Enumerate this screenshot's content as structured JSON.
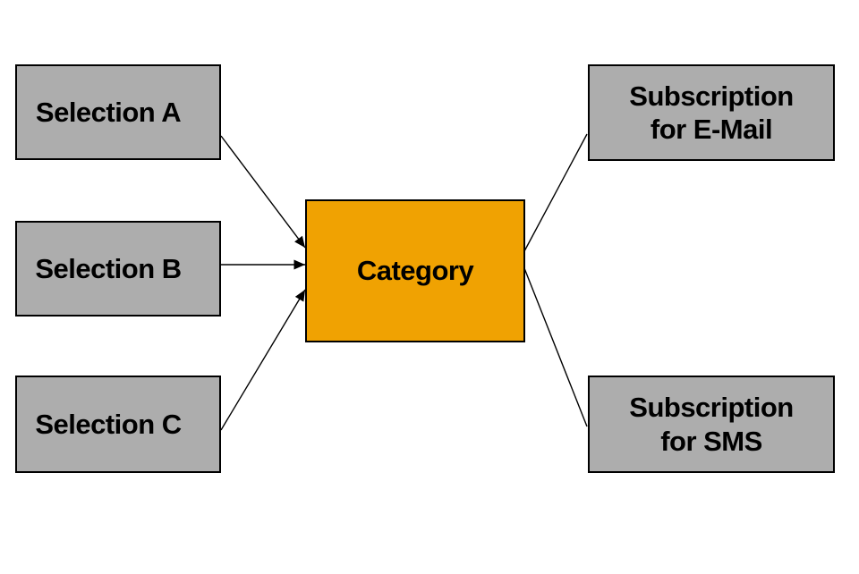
{
  "nodes": {
    "selection_a": {
      "label": "Selection A"
    },
    "selection_b": {
      "label": "Selection B"
    },
    "selection_c": {
      "label": "Selection C"
    },
    "category": {
      "label": "Category"
    },
    "subscription_email": {
      "label_line1": "Subscription",
      "label_line2": "for E-Mail"
    },
    "subscription_sms": {
      "label_line1": "Subscription",
      "label_line2": "for SMS"
    }
  },
  "edges": [
    {
      "from": "selection_a",
      "to": "category",
      "arrowhead": true
    },
    {
      "from": "selection_b",
      "to": "category",
      "arrowhead": true
    },
    {
      "from": "selection_c",
      "to": "category",
      "arrowhead": true
    },
    {
      "from": "category",
      "to": "subscription_email",
      "arrowhead": false
    },
    {
      "from": "category",
      "to": "subscription_sms",
      "arrowhead": false
    }
  ],
  "colors": {
    "background": "#ffffff",
    "node_fill": "#adadad",
    "accent_fill": "#f0a202",
    "border": "#000000",
    "connector": "#000000"
  }
}
